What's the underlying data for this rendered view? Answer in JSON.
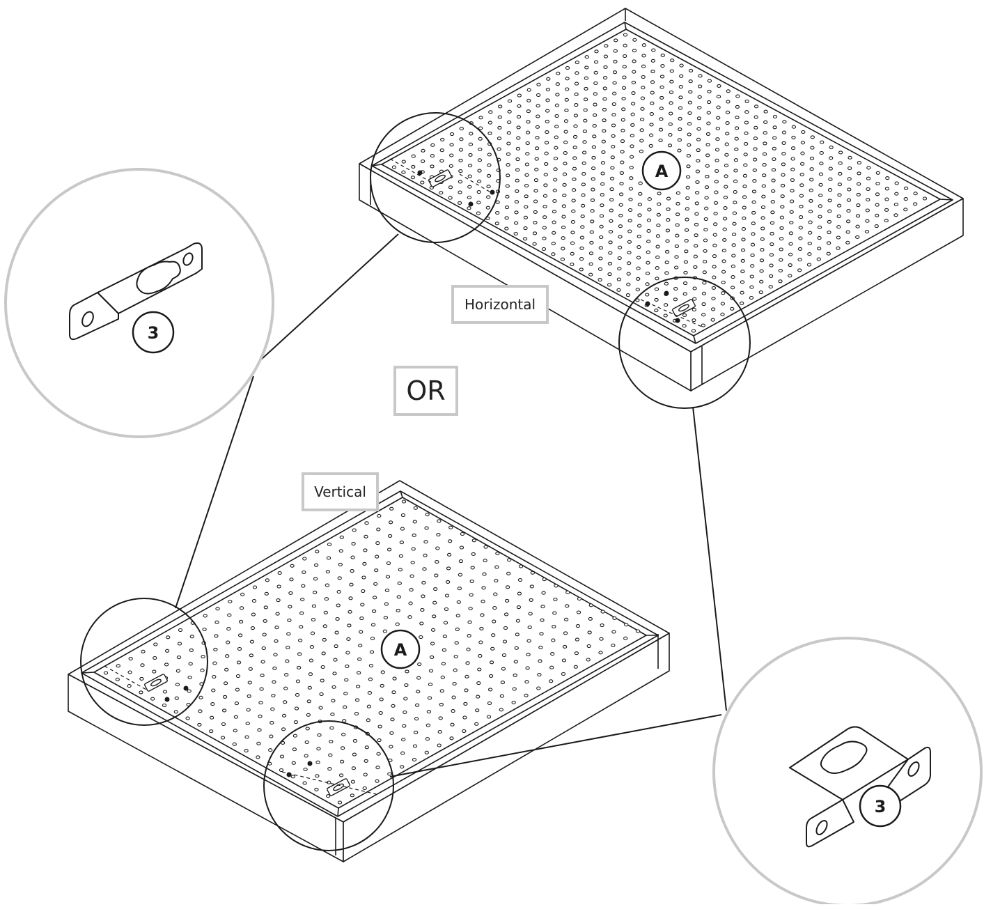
{
  "labels": {
    "horizontal": "Horizontal",
    "vertical": "Vertical",
    "or": "OR"
  },
  "parts": {
    "panel": "A",
    "bracket": "3"
  },
  "colors": {
    "line": "#1a1a1a",
    "callout_gray": "#c8c8c8",
    "background": "#ffffff"
  }
}
